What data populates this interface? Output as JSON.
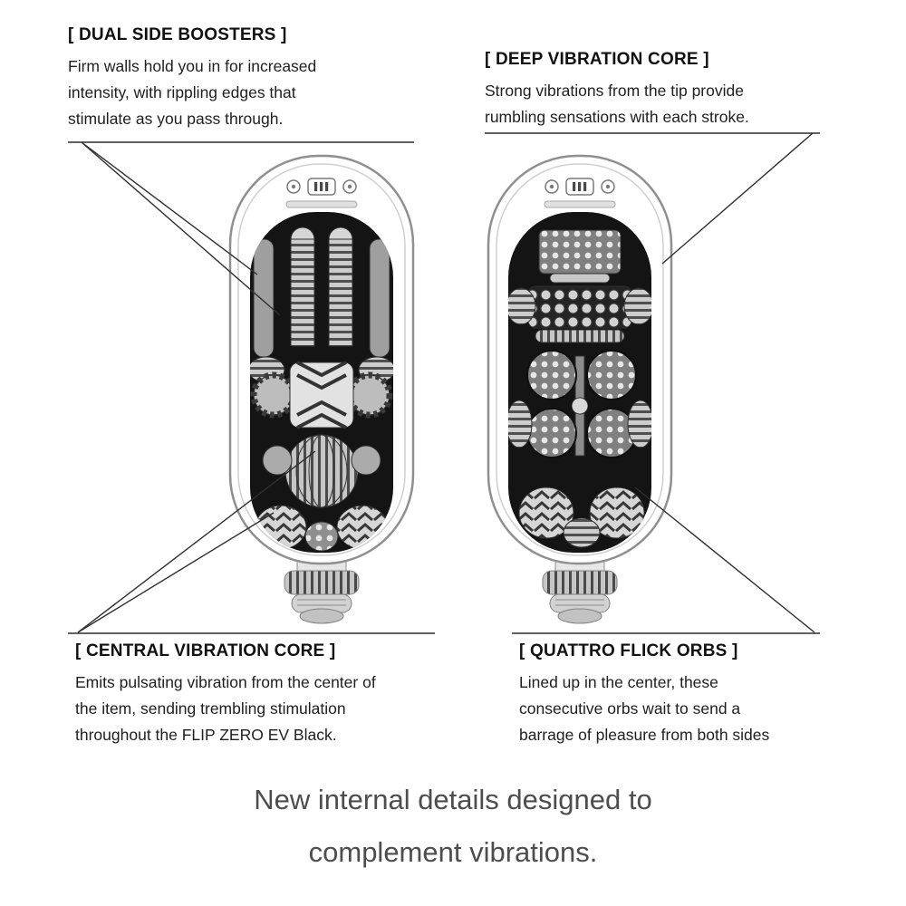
{
  "callouts": {
    "dual_side_boosters": {
      "title": "[ DUAL SIDE BOOSTERS ]",
      "lines": [
        "Firm walls hold you in for increased",
        "intensity, with rippling edges that",
        "stimulate as you pass through."
      ]
    },
    "deep_vibration_core": {
      "title": "[ DEEP VIBRATION CORE ]",
      "lines": [
        "Strong vibrations from the tip provide",
        "rumbling sensations with each stroke."
      ]
    },
    "central_vibration_core": {
      "title": "[ CENTRAL VIBRATION CORE ]",
      "lines": [
        "Emits pulsating vibration from the center of",
        "the item, sending trembling stimulation",
        "throughout the FLIP ZERO EV Black."
      ]
    },
    "quattro_flick_orbs": {
      "title": "[ QUATTRO FLICK ORBS ]",
      "lines": [
        "Lined up in the center, these",
        "consecutive orbs wait to send a",
        "barrage of pleasure from both sides"
      ]
    }
  },
  "footer": {
    "lines": [
      "New internal details designed to",
      "complement vibrations."
    ]
  },
  "product": {
    "name": "FLIP ZERO EV Black"
  },
  "colors": {
    "text": "#1f1f1f",
    "footer_text": "#4d4d4d",
    "line": "#2f2f2f"
  }
}
